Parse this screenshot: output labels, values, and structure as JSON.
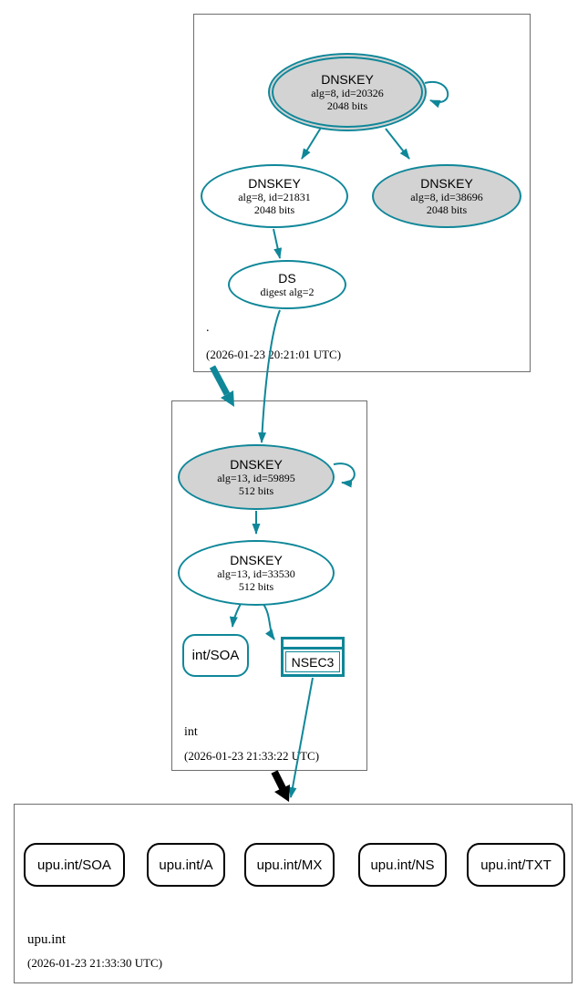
{
  "colors": {
    "secure_teal": "#0f8799",
    "key_fill_gray": "#d3d3d3",
    "zone_border_gray": "#6e6e6e",
    "insecure_black": "#000000"
  },
  "zones": {
    "root": {
      "label": ".",
      "timestamp": "(2026-01-23 20:21:01 UTC)",
      "ksk": {
        "title": "DNSKEY",
        "detail1": "alg=8, id=20326",
        "detail2": "2048 bits"
      },
      "zsk": {
        "title": "DNSKEY",
        "detail1": "alg=8, id=21831",
        "detail2": "2048 bits"
      },
      "key2": {
        "title": "DNSKEY",
        "detail1": "alg=8, id=38696",
        "detail2": "2048 bits"
      },
      "ds": {
        "title": "DS",
        "detail1": "digest alg=2"
      }
    },
    "int": {
      "label": "int",
      "timestamp": "(2026-01-23 21:33:22 UTC)",
      "ksk": {
        "title": "DNSKEY",
        "detail1": "alg=13, id=59895",
        "detail2": "512 bits"
      },
      "zsk": {
        "title": "DNSKEY",
        "detail1": "alg=13, id=33530",
        "detail2": "512 bits"
      },
      "soa_label": "int/SOA",
      "nsec3_label": "NSEC3"
    },
    "upu": {
      "label": "upu.int",
      "timestamp": "(2026-01-23 21:33:30 UTC)",
      "records": [
        {
          "label": "upu.int/SOA"
        },
        {
          "label": "upu.int/A"
        },
        {
          "label": "upu.int/MX"
        },
        {
          "label": "upu.int/NS"
        },
        {
          "label": "upu.int/TXT"
        }
      ]
    }
  }
}
